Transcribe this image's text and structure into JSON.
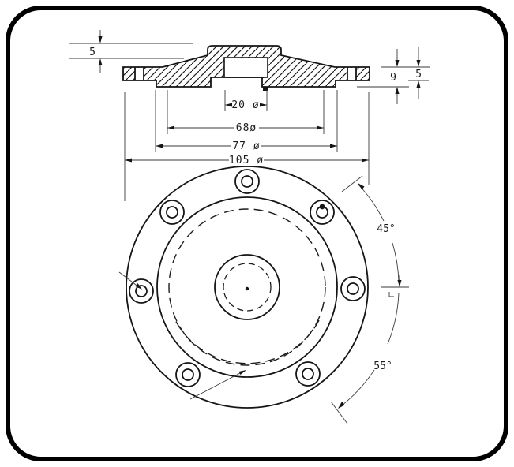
{
  "drawing": {
    "kind": "engineering-drawing",
    "views": {
      "top": "sectioned elevation of flanged disc",
      "bottom": "plan view with bolt circle"
    },
    "bolt_hole_count": "7",
    "dimensions": {
      "left_boss_height": "5",
      "right_total_thickness": "9",
      "right_flange_thickness": "5",
      "bore_diameter": "20 ø",
      "recess_diameter": "68ø",
      "step_diameter": "77 ø",
      "outside_diameter": "105 ø",
      "angle_upper": "45°",
      "angle_lower": "55°"
    },
    "colors": {
      "ink": "#1c1c1c",
      "background": "#ffffff"
    }
  }
}
